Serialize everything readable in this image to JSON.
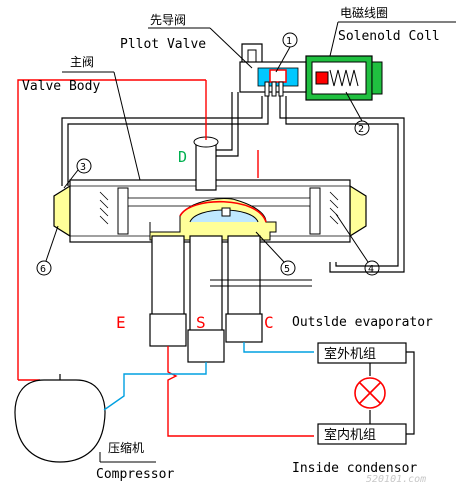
{
  "labels": {
    "pilot_valve_cn": "先导阀",
    "pilot_valve_en": "Pllot Valve",
    "solenoid_cn": "电磁线圈",
    "solenoid_en": "Solenold Coll",
    "valve_body_cn": "主阀",
    "valve_body_en": "Valve Body",
    "port_d": "D",
    "port_e": "E",
    "port_s": "S",
    "port_c": "C",
    "outside_evaporator": "Outslde evaporator",
    "outdoor_unit": "室外机组",
    "indoor_unit": "室内机组",
    "compressor_cn": "压缩机",
    "compressor_en": "Compressor",
    "inside_condensor": "Inside condensor",
    "watermark": "520101.com"
  },
  "callouts": [
    "1",
    "2",
    "3",
    "4",
    "5",
    "6"
  ],
  "colors": {
    "line": "#000000",
    "hot_flow": "#ff0000",
    "cold_flow": "#00a0e0",
    "coil_fill": "#20c040",
    "body_fill": "#ffff99",
    "port_letters": "#ff0000",
    "port_d": "#00b050",
    "expansion": "#ff0000"
  }
}
